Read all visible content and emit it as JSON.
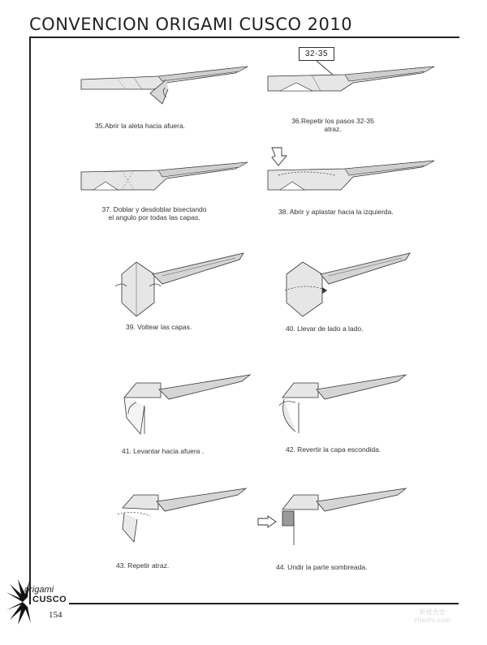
{
  "header": {
    "title": "CONVENCION ORIGAMI CUSCO 2010"
  },
  "reference_box": "32-35",
  "steps": [
    {
      "caption": "35.Abrir la aleta hacia afuera."
    },
    {
      "caption_line1": "36.Repetir los pasos 32-35",
      "caption_line2": "atraz."
    },
    {
      "caption_line1": "37. Doblar y desdoblar bisectando",
      "caption_line2": "el angulo por todas las capas."
    },
    {
      "caption": "38. Abrir y aplastar hacia la izquierda."
    },
    {
      "caption": "39. Voltear las capas."
    },
    {
      "caption": "40. Llevar de lado a lado."
    },
    {
      "caption": "41.  Levantar hacia afuera ."
    },
    {
      "caption": "42. Revertir la capa escondida."
    },
    {
      "caption": "43. Repetir atraz."
    },
    {
      "caption": "44. Undir la parte sombreada."
    }
  ],
  "footer": {
    "logo_top": "origami",
    "logo_bottom": "CUSCO",
    "page_number": "154"
  },
  "watermark": {
    "line1": "折纸大全",
    "line2": "zhezhi.com"
  }
}
